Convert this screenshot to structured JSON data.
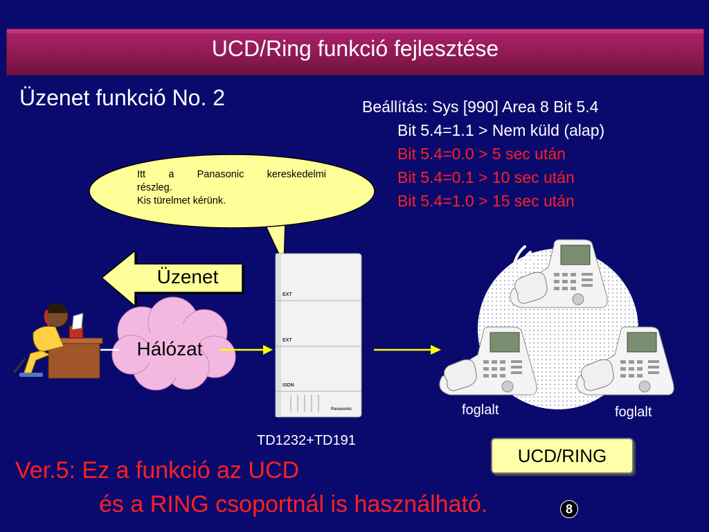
{
  "title": "UCD/Ring funkció fejlesztése",
  "subtitle": "Üzenet funkció No. 2",
  "settings": {
    "header": "Beállítás: Sys [990] Area 8 Bit 5.4",
    "options": [
      {
        "text": "Bit 5.4=1.1 > Nem küld (alap)",
        "color": "#ffffff"
      },
      {
        "text": "Bit 5.4=0.0 > 5 sec után",
        "color": "#ff2020"
      },
      {
        "text": "Bit 5.4=0.1 > 10 sec után",
        "color": "#ff2020"
      },
      {
        "text": "Bit 5.4=1.0 > 15 sec után",
        "color": "#ff2020"
      }
    ]
  },
  "bubble": {
    "line1": "Itt a Panasonic kereskedelmi",
    "line2": "részleg.",
    "line3": "Kis türelmet kérünk."
  },
  "message_label": "Üzenet",
  "network_label": "Hálózat",
  "pbx_label": "TD1232+TD191",
  "pbx_panels": [
    "EXT",
    "EXT",
    "ISDN",
    "Panasonic"
  ],
  "busy_label_1": "foglalt",
  "busy_label_2": "foglalt",
  "group_label": "UCD/RING",
  "note": {
    "line1": "Ver.5: Ez a funkció az UCD",
    "line2": "és a RING csoportnál is használható."
  },
  "slide_number": "8",
  "colors": {
    "background": "#0a0a6e",
    "title_bar": "#8c1a52",
    "accent_red": "#ff2020",
    "bubble": "#ffff99",
    "cloud": "#f2b8e0"
  }
}
